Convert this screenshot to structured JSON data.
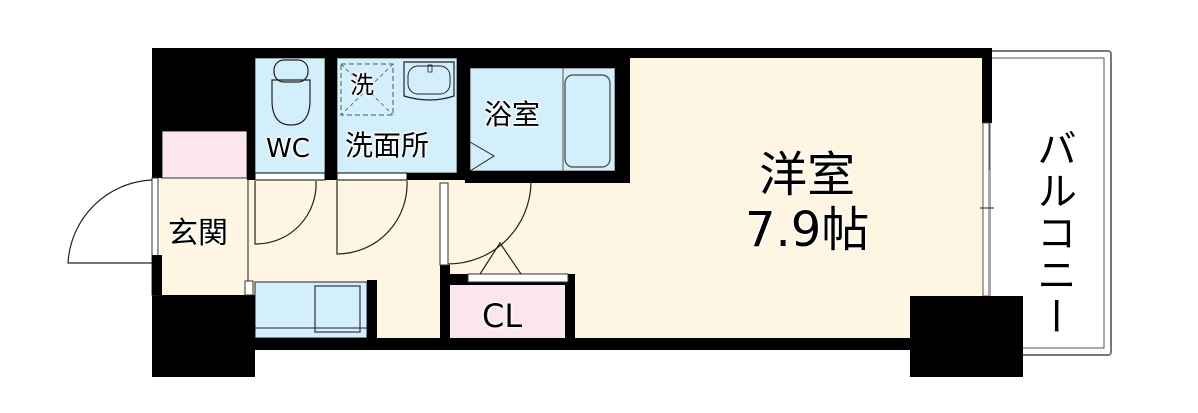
{
  "floor_plan": {
    "rooms": {
      "wc": {
        "label": "WC",
        "fill": "#d3effb"
      },
      "washer": {
        "label": "洗"
      },
      "washroom": {
        "label": "洗面所",
        "fill": "#d3effb"
      },
      "bath": {
        "label": "浴室",
        "fill": "#d3effb"
      },
      "entrance": {
        "label": "玄関",
        "fill": "#fef5e3"
      },
      "closet": {
        "label": "CL",
        "fill": "#fbe5ef"
      },
      "western_room": {
        "label_line1": "洋室",
        "label_line2": "7.9帖",
        "fill": "#fef5e3"
      },
      "balcony": {
        "label": "バルコニー",
        "fill": "#ffffff"
      }
    },
    "colors": {
      "wall": "#000000",
      "wet_area": "#d3effb",
      "floor": "#fef5e3",
      "storage": "#fbe5ef"
    }
  }
}
